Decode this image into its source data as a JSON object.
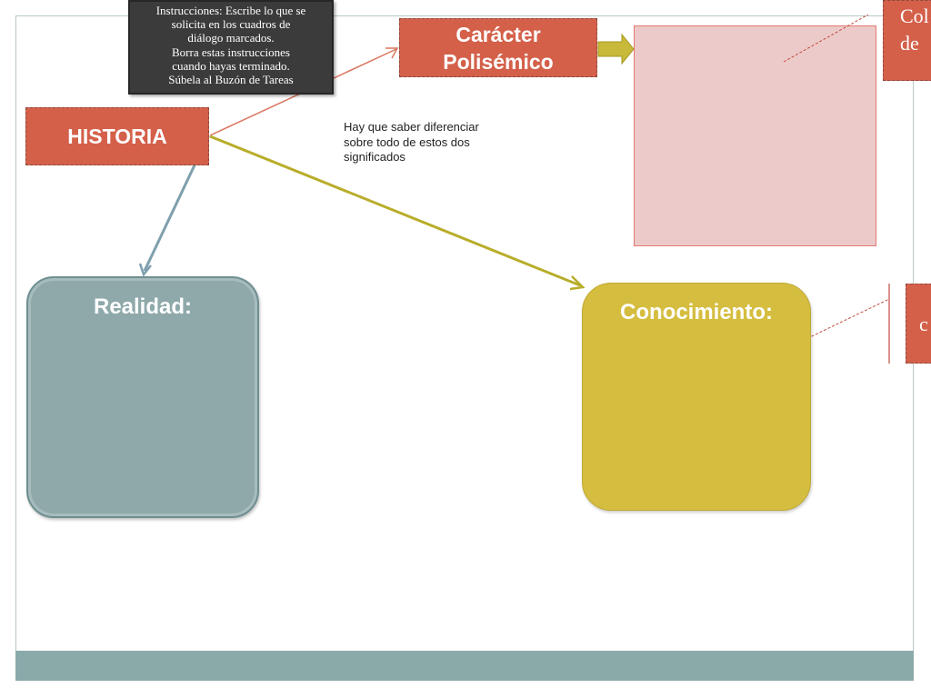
{
  "instructions": {
    "lines": [
      "Instrucciones: Escribe lo que se",
      "solicita en los cuadros de",
      "diálogo marcados.",
      "Borra estas instrucciones",
      "cuando hayas terminado.",
      "Súbela al Buzón de Tareas"
    ]
  },
  "nodes": {
    "historia": "HISTORIA",
    "caracter_line1": "Carácter",
    "caracter_line2": "Polisémico",
    "realidad": "Realidad:",
    "conocimiento": "Conocimiento:"
  },
  "note": "Hay que saber diferenciar sobre todo de estos dos significados",
  "cut_off": {
    "top_line1": "Col",
    "top_line2": "de",
    "bottom": "c"
  },
  "colors": {
    "red_box": "#d4604a",
    "pink_box": "#eccac9",
    "realidad_box": "#8fa9ab",
    "conocimiento_box": "#d5bd3f",
    "instructions_bg": "#3b3b3b",
    "footer_bar": "#8aa9a9"
  }
}
